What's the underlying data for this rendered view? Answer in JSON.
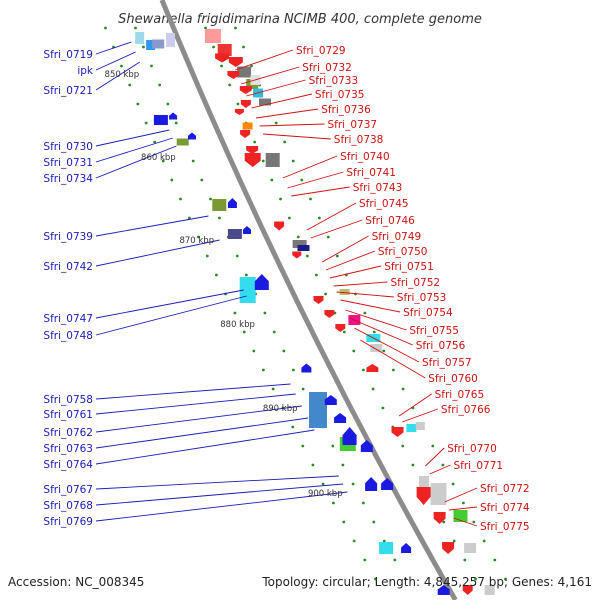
{
  "title": "Shewanella frigidimarina NCIMB 400, complete genome",
  "footer": {
    "accession": "Accession: NC_008345",
    "info": "Topology: circular; Length: 4,845,257 bp; Genes: 4,161"
  },
  "ticks": [
    "850 kbp",
    "860 kbp",
    "870 kbp",
    "880 kbp",
    "890 kbp",
    "900 kbp"
  ],
  "labels_left": [
    "Sfri_0719",
    "ipk",
    "Sfri_0721",
    "Sfri_0730",
    "Sfri_0731",
    "Sfri_0734",
    "Sfri_0739",
    "Sfri_0742",
    "Sfri_0747",
    "Sfri_0748",
    "Sfri_0758",
    "Sfri_0761",
    "Sfri_0762",
    "Sfri_0763",
    "Sfri_0764",
    "Sfri_0767",
    "Sfri_0768",
    "Sfri_0769"
  ],
  "labels_right": [
    "Sfri_0729",
    "Sfri_0732",
    "Sfri_0733",
    "Sfri_0735",
    "Sfri_0736",
    "Sfri_0737",
    "Sfri_0738",
    "Sfri_0740",
    "Sfri_0741",
    "Sfri_0743",
    "Sfri_0745",
    "Sfri_0746",
    "Sfri_0749",
    "Sfri_0750",
    "Sfri_0751",
    "Sfri_0752",
    "Sfri_0753",
    "Sfri_0754",
    "Sfri_0755",
    "Sfri_0756",
    "Sfri_0757",
    "Sfri_0760",
    "Sfri_0765",
    "Sfri_0766",
    "Sfri_0770",
    "Sfri_0771",
    "Sfri_0772",
    "Sfri_0774",
    "Sfri_0775"
  ],
  "colors": {
    "backbone": "#8c8c8c",
    "left_label": "#1a1ab8",
    "right_label": "#d01010",
    "tick_dot": "#2a8a2a"
  }
}
